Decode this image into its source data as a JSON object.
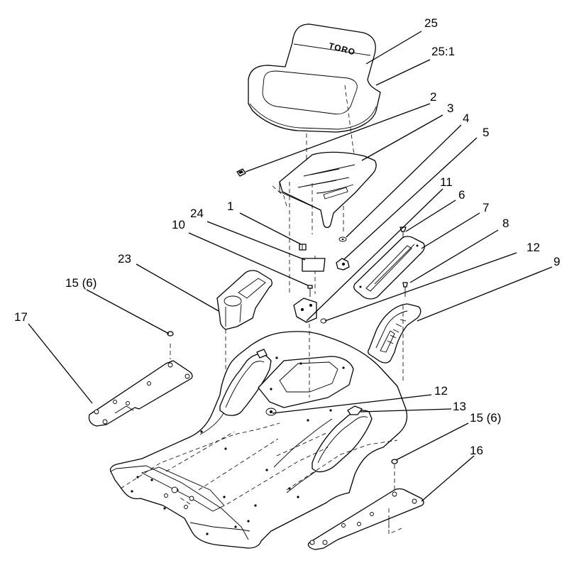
{
  "brand_mark": "TORO",
  "callouts": {
    "c25": "25",
    "c25_1": "25:1",
    "c2": "2",
    "c3": "3",
    "c4": "4",
    "c5": "5",
    "c11": "11",
    "c6": "6",
    "c7": "7",
    "c8": "8",
    "c12a": "12",
    "c9": "9",
    "c1": "1",
    "c24": "24",
    "c10": "10",
    "c23": "23",
    "c15a": "15 (6)",
    "c17": "17",
    "c12b": "12",
    "c13": "13",
    "c15b": "15 (6)",
    "c16": "16"
  }
}
